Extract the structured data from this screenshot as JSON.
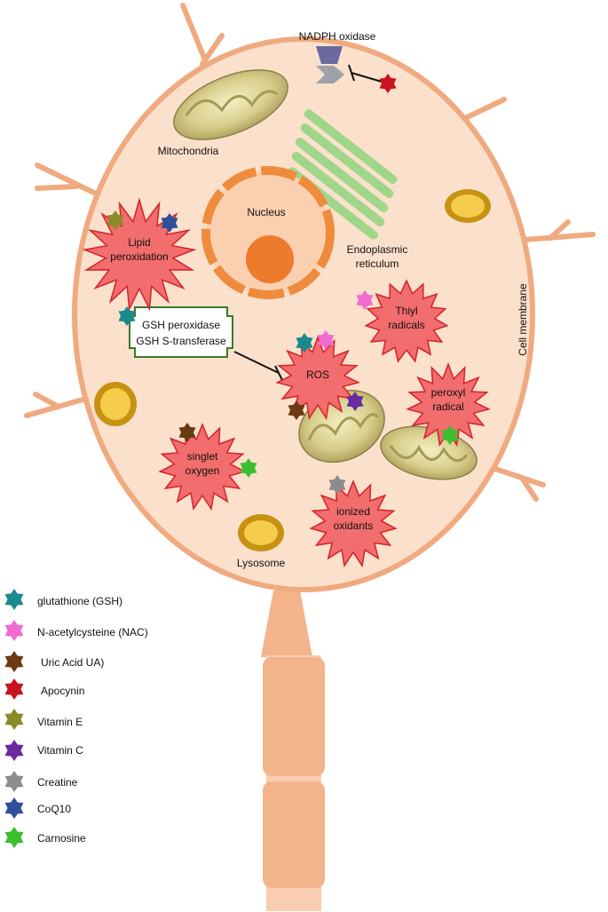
{
  "labels": {
    "nadph_oxidase": "NADPH oxidase",
    "mitochondria": "Mitochondria",
    "endoplasmic_1": "Endoplasmic",
    "endoplasmic_2": "reticulum",
    "nucleus": "Nucleus",
    "cell_membrane": "Cell membrane",
    "lysosome": "Lysosome",
    "gsh_enzyme_1": "GSH peroxidase",
    "gsh_enzyme_2": "GSH S-transferase"
  },
  "bursts": {
    "lipid_1": "Lipid",
    "lipid_2": "peroxidation",
    "thiyl_1": "Thiyl",
    "thiyl_2": "radicals",
    "ros": "ROS",
    "peroxyl_1": "peroxyl",
    "peroxyl_2": "radical",
    "singlet_1": "singlet",
    "singlet_2": "oxygen",
    "ionized_1": "ionized",
    "ionized_2": "oxidants"
  },
  "legend": [
    {
      "label": "glutathione (GSH)",
      "color": "#1a8a8c"
    },
    {
      "label": "N-acetylcysteine (NAC)",
      "color": "#f06ad0"
    },
    {
      "label": "Uric Acid UA)",
      "color": "#6b3a12"
    },
    {
      "label": "Apocynin",
      "color": "#c8141e"
    },
    {
      "label": "Vitamin E",
      "color": "#8a8a26"
    },
    {
      "label": "Vitamin C",
      "color": "#6a2aa0"
    },
    {
      "label": "Creatine",
      "color": "#8c8c8c"
    },
    {
      "label": "CoQ10",
      "color": "#2e4f9a"
    },
    {
      "label": "Carnosine",
      "color": "#3cbf2e"
    }
  ],
  "colors": {
    "cytoplasm": "#fbe0cc",
    "membrane": "#f0aa80",
    "axon": "#f3b48c",
    "nucleus_ring": "#ef8b3c",
    "nucleus_fill": "#fbd0b0",
    "nucleolus": "#ee7a2c",
    "burst_fill": "#f26d6d",
    "burst_stroke": "#d2232a",
    "er": "#8fd57e",
    "lysosome_outer": "#c79212",
    "lysosome_inner": "#f6cc4c",
    "nadph": "#6a6aa0"
  }
}
